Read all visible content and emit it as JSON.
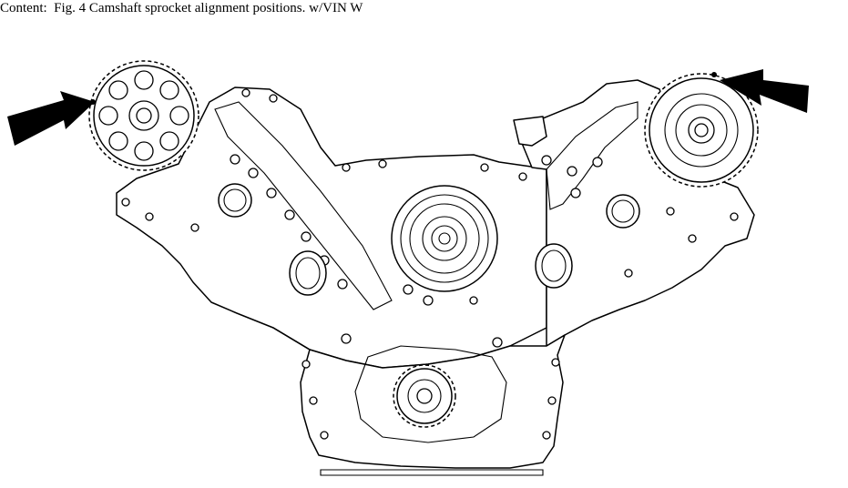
{
  "caption": {
    "prefix": "Content:  ",
    "text": "Fig. 4 Camshaft sprocket alignment positions. w/VIN W"
  },
  "figure": {
    "subject": "engine-front-timing-view",
    "callouts": [
      {
        "name": "left-camshaft-sprocket-alignment-arrow",
        "points_to": "left-camshaft-sprocket"
      },
      {
        "name": "right-camshaft-sprocket-alignment-arrow",
        "points_to": "right-camshaft-sprocket"
      }
    ],
    "line_color": "#000000",
    "background": "#ffffff"
  }
}
